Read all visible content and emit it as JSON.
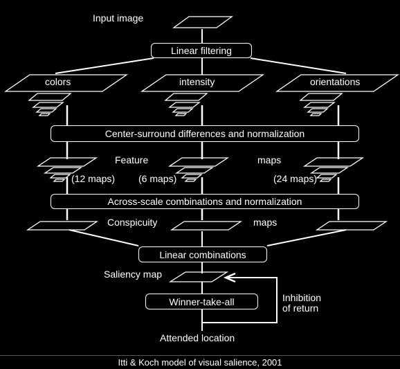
{
  "nodes": {
    "input_image": "Input image",
    "linear_filtering": "Linear filtering",
    "colors": "colors",
    "intensity": "intensity",
    "orientations": "orientations",
    "center_surround": "Center-surround differences and normalization",
    "feature": "Feature",
    "maps_feature": "maps",
    "maps_12": "(12 maps)",
    "maps_6": "(6 maps)",
    "maps_24": "(24 maps)",
    "across_scale": "Across-scale combinations and normalization",
    "conspicuity": "Conspicuity",
    "maps_conspicuity": "maps",
    "linear_combinations": "Linear combinations",
    "saliency_map": "Saliency map",
    "winner_take_all": "Winner-take-all",
    "inhibition_line1": "Inhibition",
    "inhibition_line2": "of return",
    "attended_location": "Attended location"
  },
  "caption": "Itti & Koch model of visual salience, 2001"
}
